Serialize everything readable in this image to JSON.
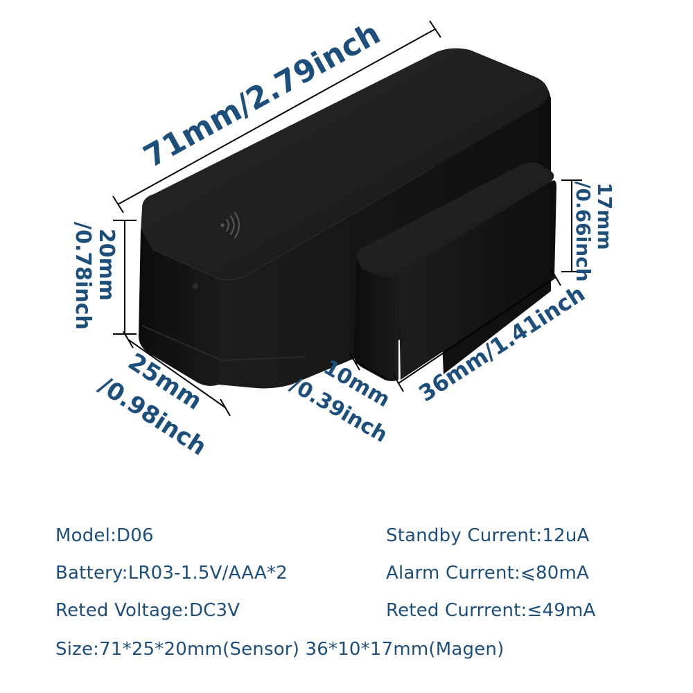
{
  "dimensions": {
    "length": "71mm/2.79inch",
    "height_mm": "20mm",
    "height_inch": "/0.78inch",
    "width_mm": "25mm",
    "width_inch": "/0.98inch",
    "magnet_height_mm": "17mm",
    "magnet_height_inch": "/0.66inch",
    "magnet_length": "36mm/1.41inch",
    "magnet_width_mm": "10mm",
    "magnet_width_inch": "/0.39inch"
  },
  "specs": {
    "model": "Model:D06",
    "battery": "Battery:LR03-1.5V/AAA*2",
    "rated_voltage": "Reted Voltage:DC3V",
    "standby_current": "Standby Current:12uA",
    "alarm_current": "Alarm Current:⩽80mA",
    "rated_current": "Reted Currrent:≤49mA",
    "size": "Size:71*25*20mm(Sensor) 36*10*17mm(Magen)"
  },
  "colors": {
    "label": "#1e4f7a",
    "device": "#111111"
  }
}
